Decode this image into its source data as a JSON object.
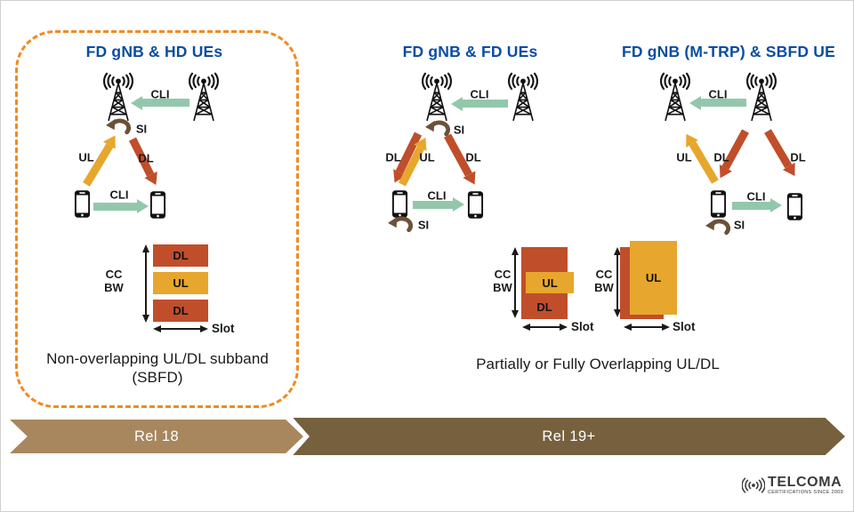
{
  "panel1": {
    "title": "FD gNB & HD UEs",
    "cli_top": "CLI",
    "si": "SI",
    "ul": "UL",
    "dl": "DL",
    "cli_bottom": "CLI",
    "cc": "CC",
    "bw": "BW",
    "slot": "Slot",
    "band1": "DL",
    "band2": "UL",
    "band3": "DL",
    "caption_line1": "Non-overlapping UL/DL subband",
    "caption_line2": "(SBFD)"
  },
  "panel2": {
    "title": "FD gNB & FD UEs",
    "cli_top": "CLI",
    "si_top": "SI",
    "dl_left": "DL",
    "ul": "UL",
    "dl_right": "DL",
    "cli_bottom": "CLI",
    "si_bottom": "SI"
  },
  "panel3": {
    "title": "FD gNB (M-TRP) & SBFD UE",
    "cli_top": "CLI",
    "ul": "UL",
    "dl_mid": "DL",
    "dl_right": "DL",
    "cli_bottom": "CLI",
    "si_bottom": "SI"
  },
  "overlap": {
    "partial": {
      "cc": "CC",
      "bw": "BW",
      "ul": "UL",
      "dl": "DL",
      "slot": "Slot"
    },
    "full": {
      "cc": "CC",
      "bw": "BW",
      "ul": "UL",
      "slot": "Slot"
    },
    "caption": "Partially or Fully Overlapping UL/DL"
  },
  "timeline": {
    "rel18": "Rel 18",
    "rel19": "Rel 19+"
  },
  "logo": {
    "brand": "TELCOMA",
    "tagline": "CERTIFICATIONS SINCE 2009"
  },
  "colors": {
    "title_blue": "#0C4DA2",
    "ul_yellow": "#E7A62D",
    "dl_red": "#C04E2B",
    "cli_green": "#93C7AC",
    "si_brown": "#6B5138",
    "rel18_brown": "#A8875F",
    "rel19_brown": "#76603E",
    "dash_orange": "#F28A20"
  }
}
